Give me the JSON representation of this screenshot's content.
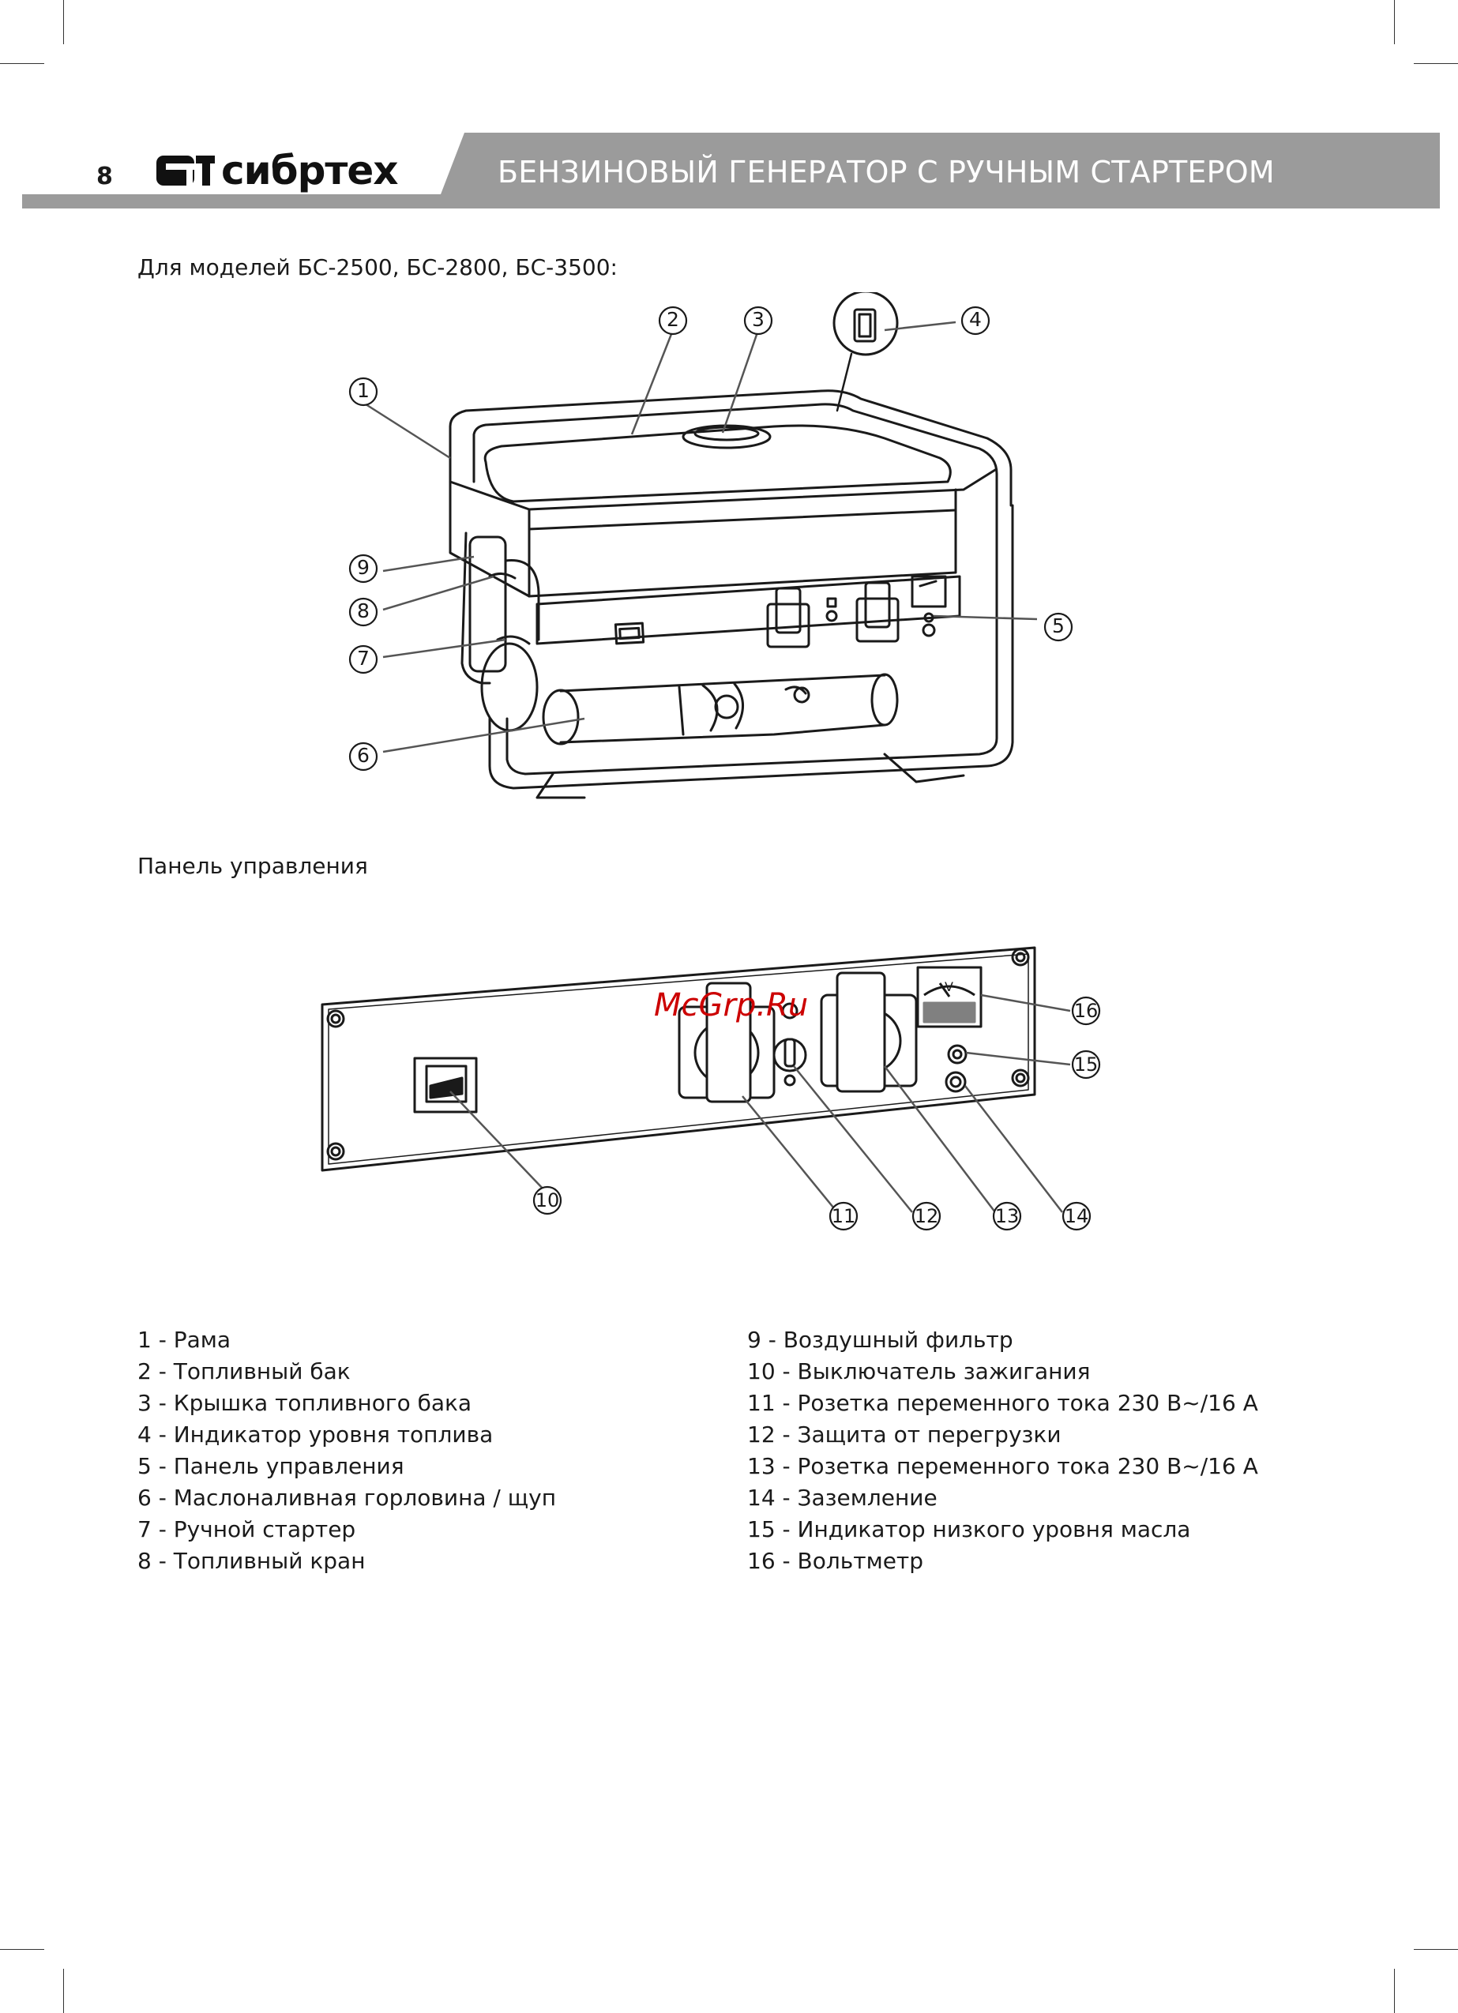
{
  "header": {
    "page_number": "8",
    "brand": "сибртех",
    "title": "БЕНЗИНОВЫЙ ГЕНЕРАТОР С РУЧНЫМ СТАРТЕРОМ"
  },
  "section1": {
    "caption": "Для моделей БС-2500, БС-2800, БС-3500:",
    "callouts": [
      "1",
      "2",
      "3",
      "4",
      "5",
      "6",
      "7",
      "8",
      "9"
    ]
  },
  "section2": {
    "caption": "Панель управления",
    "callouts": [
      "10",
      "11",
      "12",
      "13",
      "14",
      "15",
      "16"
    ],
    "voltmeter_unit": "V"
  },
  "watermark": "McGrp.Ru",
  "legend": {
    "left": [
      "1 - Рама",
      "2 - Топливный бак",
      "3 - Крышка топливного бака",
      "4 - Индикатор уровня топлива",
      "5 - Панель управления",
      "6 - Маслоналивная горловина / щуп",
      "7 - Ручной стартер",
      "8 - Топливный кран"
    ],
    "right": [
      "9 - Воздушный фильтр",
      "10 - Выключатель зажигания",
      "11 - Розетка переменного тока 230 В~/16 А",
      "12 - Защита от перегрузки",
      "13 - Розетка переменного тока 230 В~/16 А",
      "14 - Заземление",
      "15 - Индикатор низкого уровня масла",
      "16 - Вольтметр"
    ]
  },
  "colors": {
    "header_band": "#9b9b9b",
    "ink": "#1a1a1a",
    "watermark": "#cc0000"
  }
}
